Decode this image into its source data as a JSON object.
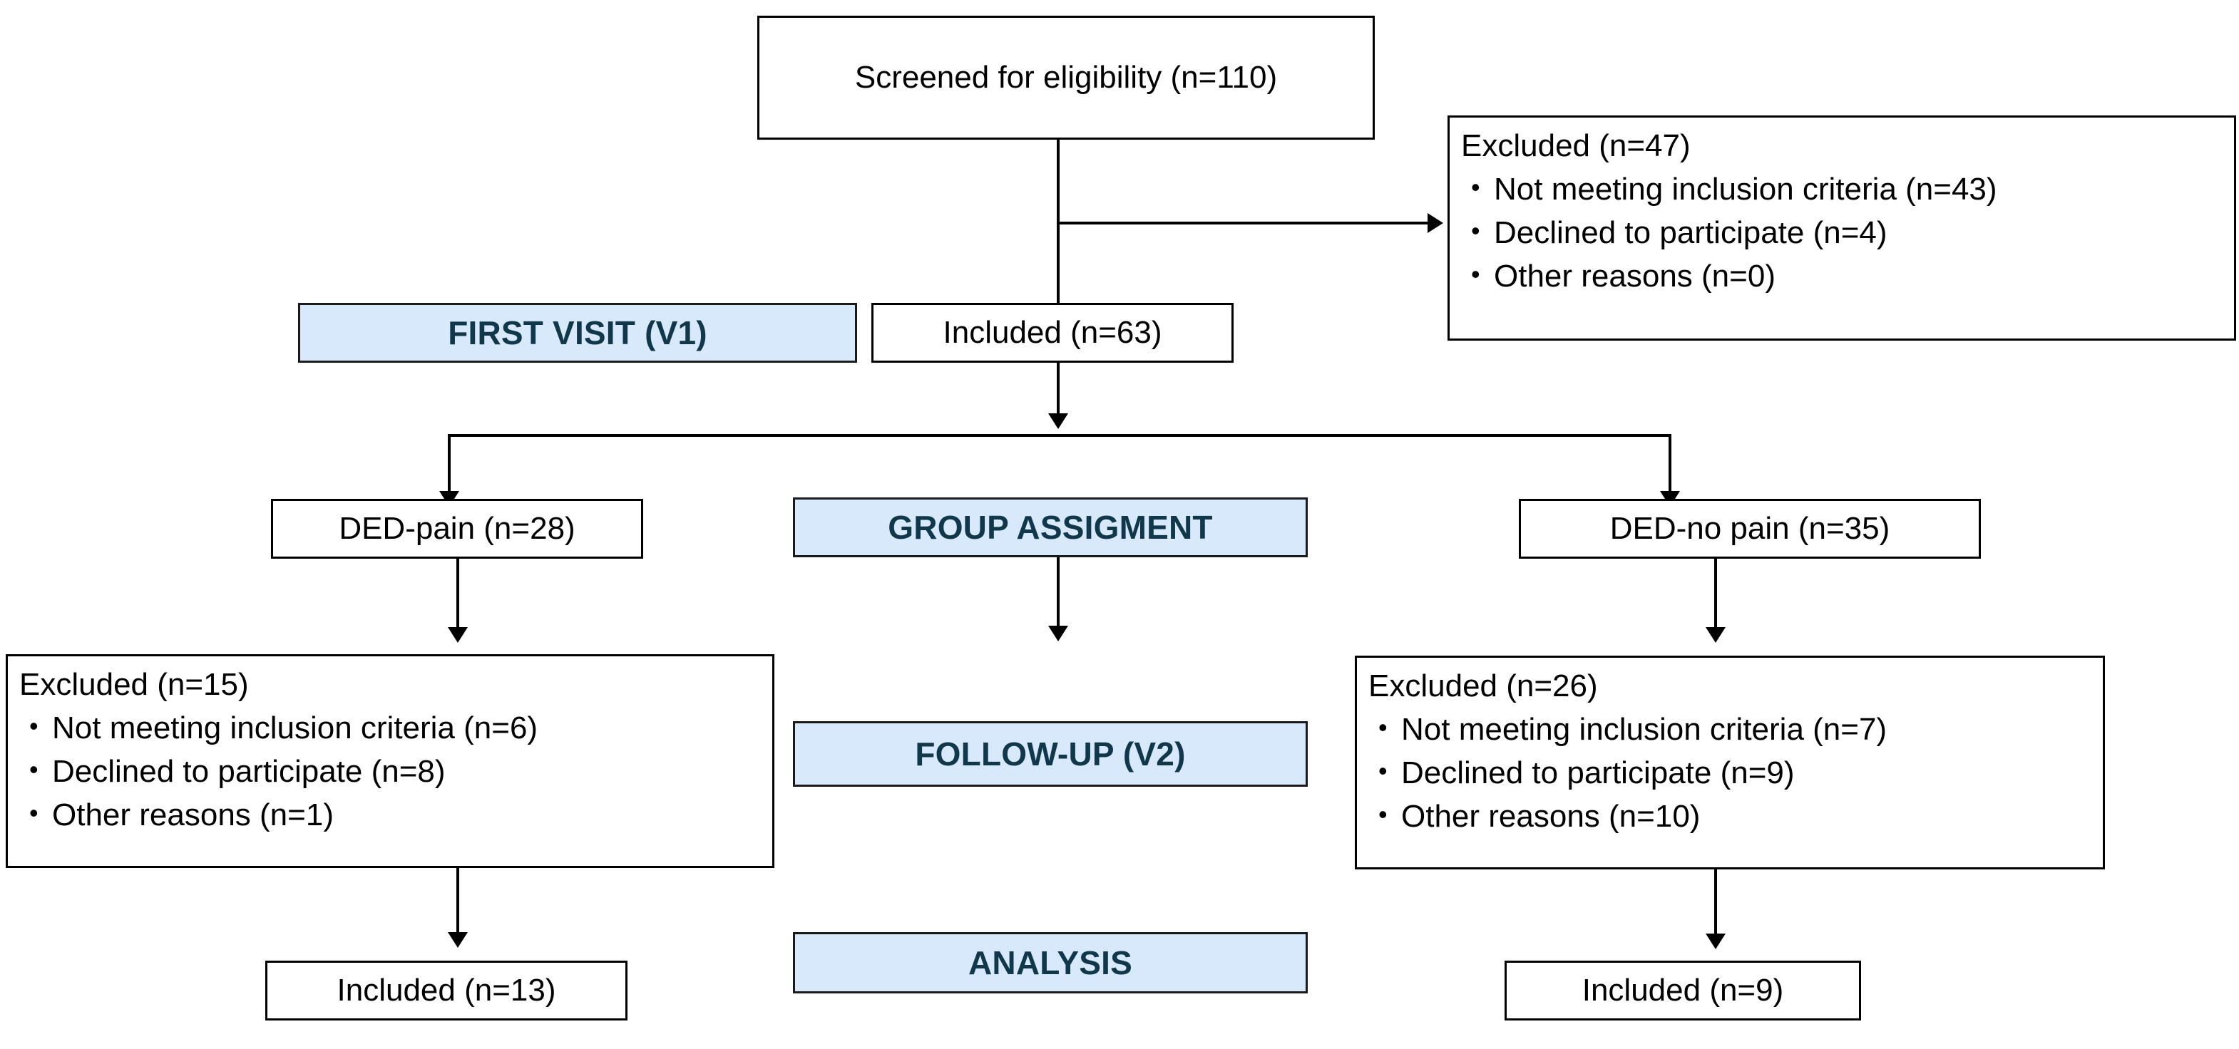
{
  "diagram": {
    "title": "CONSORT-style participant flow diagram",
    "colors": {
      "stage_fill": "#d7e9fa",
      "stage_text": "#10384a",
      "box_border": "#000000",
      "box_fill": "#ffffff",
      "connector": "#000000"
    },
    "nodes": {
      "screened": {
        "label": "Screened for eligibility (n=110)"
      },
      "excluded_top": {
        "title": "Excluded (n=47)",
        "items": [
          "Not meeting inclusion criteria (n=43)",
          "Declined to participate (n=4)",
          "Other reasons (n=0)"
        ]
      },
      "included_top": {
        "label": "Included (n=63)"
      },
      "ded_pain": {
        "label": "DED-pain (n=28)"
      },
      "ded_no_pain": {
        "label": "DED-no pain (n=35)"
      },
      "excluded_left": {
        "title": "Excluded (n=15)",
        "items": [
          "Not meeting inclusion criteria (n=6)",
          "Declined to participate (n=8)",
          "Other reasons (n=1)"
        ]
      },
      "excluded_right": {
        "title": "Excluded (n=26)",
        "items": [
          "Not meeting inclusion criteria (n=7)",
          "Declined to participate (n=9)",
          "Other reasons (n=10)"
        ]
      },
      "included_left": {
        "label": "Included (n=13)"
      },
      "included_right": {
        "label": "Included (n=9)"
      }
    },
    "stages": {
      "first_visit": {
        "label": "FIRST VISIT (V1)"
      },
      "group_assignment": {
        "label": "GROUP ASSIGMENT"
      },
      "follow_up": {
        "label": "FOLLOW-UP (V2)"
      },
      "analysis": {
        "label": "ANALYSIS"
      }
    },
    "bullet_glyph": "•"
  }
}
